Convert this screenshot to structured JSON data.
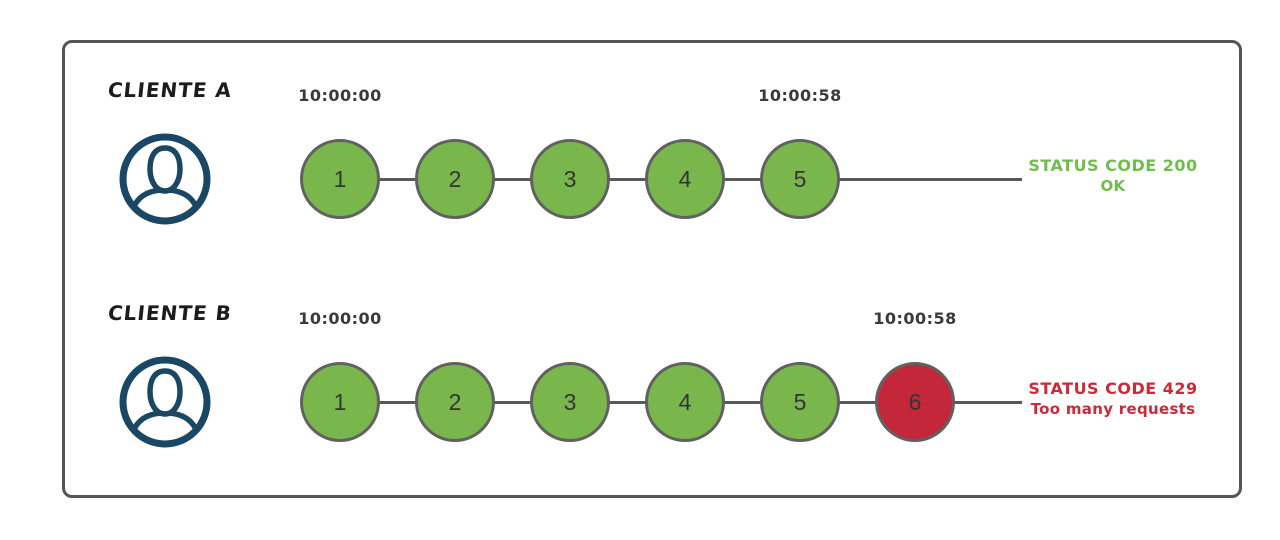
{
  "colors": {
    "request_ok": "#79b64c",
    "request_blocked": "#c4273a",
    "circle_border": "#616161",
    "track_line": "#58595b",
    "status_ok_text": "#72bc4e",
    "status_error_text": "#cd2936",
    "avatar_navy": "#1a4763",
    "timestamp_text": "#3a3a3c",
    "label_text": "#1c1c1e",
    "frame_border": "#555555"
  },
  "clients": [
    {
      "name": "CLIENTE A",
      "icon": "user-avatar-icon",
      "start_time": "10:00:00",
      "end_time": "10:00:58",
      "requests": [
        {
          "n": "1",
          "state": "ok"
        },
        {
          "n": "2",
          "state": "ok"
        },
        {
          "n": "3",
          "state": "ok"
        },
        {
          "n": "4",
          "state": "ok"
        },
        {
          "n": "5",
          "state": "ok"
        }
      ],
      "status": {
        "line1": "STATUS CODE 200",
        "line2": "OK",
        "tone": "ok"
      }
    },
    {
      "name": "CLIENTE B",
      "icon": "user-avatar-icon",
      "start_time": "10:00:00",
      "end_time": "10:00:58",
      "requests": [
        {
          "n": "1",
          "state": "ok"
        },
        {
          "n": "2",
          "state": "ok"
        },
        {
          "n": "3",
          "state": "ok"
        },
        {
          "n": "4",
          "state": "ok"
        },
        {
          "n": "5",
          "state": "ok"
        },
        {
          "n": "6",
          "state": "blocked"
        }
      ],
      "status": {
        "line1": "STATUS CODE 429",
        "line2": "Too many requests",
        "tone": "error"
      }
    }
  ]
}
